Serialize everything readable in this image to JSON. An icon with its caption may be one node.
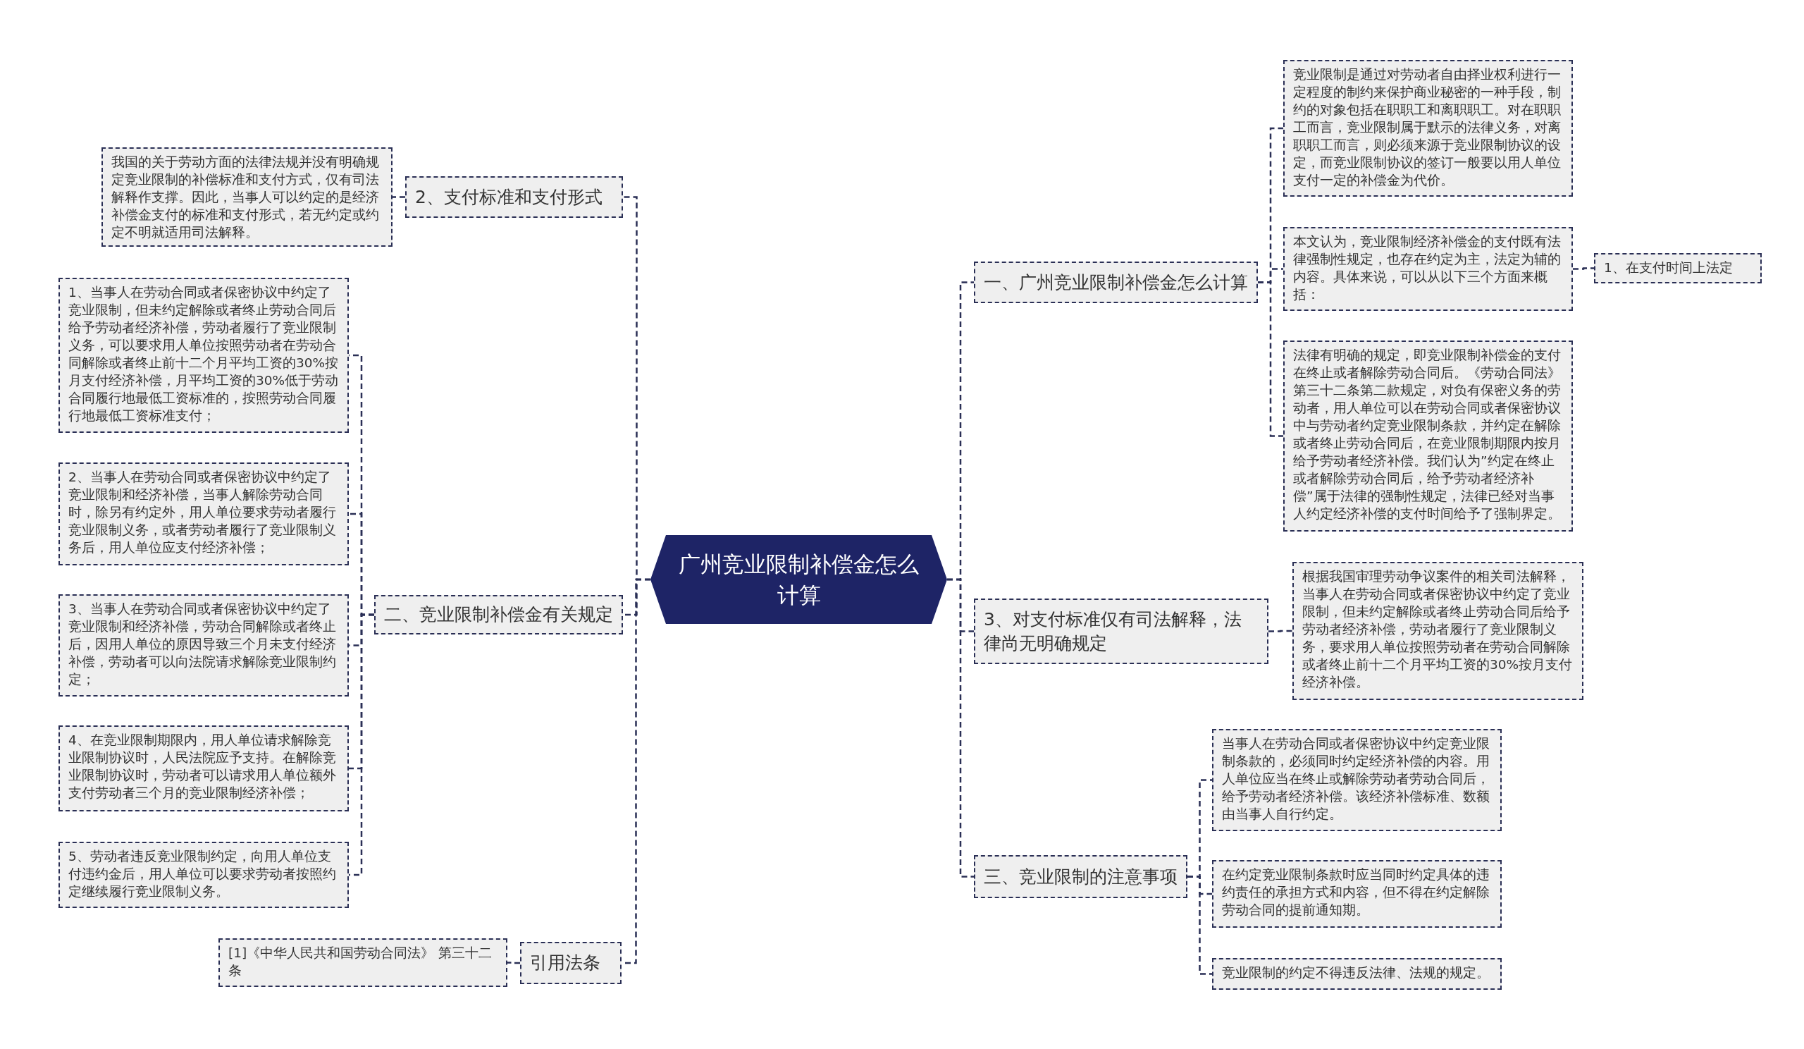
{
  "diagram": {
    "nodes": [
      {
        "text": [
          "广州竞业限制补偿金怎么计算"
        ]
      },
      {
        "text": [
          "2、支付标准和支付形式"
        ]
      },
      {
        "text": [
          "我国的关于劳动方面的法律法规并没有明确规定竞业限制的补偿标准和支付方式，仅有司法解释作支撑。因此，当事人可以约定的是经济补偿金支付的标准和支付形式，若无约定或约定不明就适用司法解释。"
        ]
      },
      {
        "text": [
          "二、竞业限制补偿金有关规定"
        ]
      },
      {
        "text": [
          "1、当事人在劳动合同或者保密协议中约定了竞业限制，但未约定解除或者终止劳动合同后给予劳动者经济补偿，劳动者履行了竞业限制义务，可以要求用人单位按照劳动者在劳动合同解除或者终止前十二个月平均工资的30%按月支付经济补偿，月平均工资的30%低于劳动合同履行地最低工资标准的，按照劳动合同履行地最低工资标准支付；"
        ]
      },
      {
        "text": [
          "2、当事人在劳动合同或者保密协议中约定了竞业限制和经济补偿，当事人解除劳动合同时，除另有约定外，用人单位要求劳动者履行竞业限制义务，或者劳动者履行了竞业限制义务后，用人单位应支付经济补偿；"
        ]
      },
      {
        "text": [
          "3、当事人在劳动合同或者保密协议中约定了竞业限制和经济补偿，劳动合同解除或者终止后，因用人单位的原因导致三个月未支付经济补偿，劳动者可以向法院请求解除竞业限制约定；"
        ]
      },
      {
        "text": [
          "4、在竞业限制期限内，用人单位请求解除竞业限制协议时，人民法院应予支持。在解除竞业限制协议时，劳动者可以请求用人单位额外支付劳动者三个月的竞业限制经济补偿；"
        ]
      },
      {
        "text": [
          "5、劳动者违反竞业限制约定，向用人单位支付违约金后，用人单位可以要求劳动者按照约定继续履行竞业限制义务。"
        ]
      },
      {
        "text": [
          "引用法条"
        ]
      },
      {
        "text": [
          "[1]《中华人民共和国劳动合同法》 第三十二条"
        ]
      },
      {
        "text": [
          "一、广州竞业限制补偿金怎么计算"
        ]
      },
      {
        "text": [
          "竞业限制是通过对劳动者自由择业权利进行一定程度的制约来保护商业秘密的一种手段，制约的对象包括在职职工和离职职工。对在职职工而言，竞业限制属于默示的法律义务，对离职职工而言，则必须来源于竞业限制协议的设定，而竞业限制协议的签订一般要以用人单位支付一定的补偿金为代价。"
        ]
      },
      {
        "text": [
          "本文认为，竞业限制经济补偿金的支付既有法律强制性规定，也存在约定为主，法定为辅的内容。具体来说，可以从以下三个方面来概括："
        ]
      },
      {
        "text": [
          "1、在支付时间上法定"
        ]
      },
      {
        "text": [
          "法律有明确的规定，即竞业限制补偿金的支付在终止或者解除劳动合同后。《劳动合同法》第三十二条第二款规定，对负有保密义务的劳动者，用人单位可以在劳动合同或者保密协议中与劳动者约定竞业限制条款，并约定在解除或者终止劳动合同后，在竞业限制期限内按月给予劳动者经济补偿。我们认为”约定在终止或者解除劳动合同后，给予劳动者经济补偿”属于法律的强制性规定，法律已经对当事人约定经济补偿的支付时间给予了强制界定。"
        ]
      },
      {
        "text": [
          "3、对支付标准仅有司法解释，法律尚无明确规定"
        ]
      },
      {
        "text": [
          "根据我国审理劳动争议案件的相关司法解释，当事人在劳动合同或者保密协议中约定了竞业限制，但未约定解除或者终止劳动合同后给予劳动者经济补偿，劳动者履行了竞业限制义务，要求用人单位按照劳动者在劳动合同解除或者终止前十二个月平均工资的30%按月支付经济补偿。"
        ]
      },
      {
        "text": [
          "三、竞业限制的注意事项"
        ]
      },
      {
        "text": [
          "当事人在劳动合同或者保密协议中约定竞业限制条款的，必须同时约定经济补偿的内容。用人单位应当在终止或解除劳动者劳动合同后，给予劳动者经济补偿。该经济补偿标准、数额由当事人自行约定。"
        ]
      },
      {
        "text": [
          "在约定竞业限制条款时应当同时约定具体的违约责任的承担方式和内容，但不得在约定解除劳动合同的提前通知期。"
        ]
      },
      {
        "text": [
          "竞业限制的约定不得违反法律、法规的规定。"
        ]
      }
    ],
    "edges": [
      {
        "from": 0,
        "to": 1,
        "arrow": "none"
      },
      {
        "from": 1,
        "to": 2,
        "arrow": "none"
      },
      {
        "from": 0,
        "to": 3,
        "arrow": "none"
      },
      {
        "from": 3,
        "to": 4,
        "arrow": "none"
      },
      {
        "from": 3,
        "to": 5,
        "arrow": "none"
      },
      {
        "from": 3,
        "to": 6,
        "arrow": "none"
      },
      {
        "from": 3,
        "to": 7,
        "arrow": "none"
      },
      {
        "from": 3,
        "to": 8,
        "arrow": "none"
      },
      {
        "from": 0,
        "to": 9,
        "arrow": "none"
      },
      {
        "from": 9,
        "to": 10,
        "arrow": "none"
      },
      {
        "from": 0,
        "to": 11,
        "arrow": "none"
      },
      {
        "from": 11,
        "to": 12,
        "arrow": "none"
      },
      {
        "from": 11,
        "to": 13,
        "arrow": "none"
      },
      {
        "from": 13,
        "to": 14,
        "arrow": "none"
      },
      {
        "from": 11,
        "to": 15,
        "arrow": "none"
      },
      {
        "from": 0,
        "to": 16,
        "arrow": "none"
      },
      {
        "from": 16,
        "to": 17,
        "arrow": "none"
      },
      {
        "from": 0,
        "to": 18,
        "arrow": "none"
      },
      {
        "from": 18,
        "to": 19,
        "arrow": "none"
      },
      {
        "from": 18,
        "to": 20,
        "arrow": "none"
      },
      {
        "from": 18,
        "to": 21,
        "arrow": "none"
      }
    ]
  }
}
